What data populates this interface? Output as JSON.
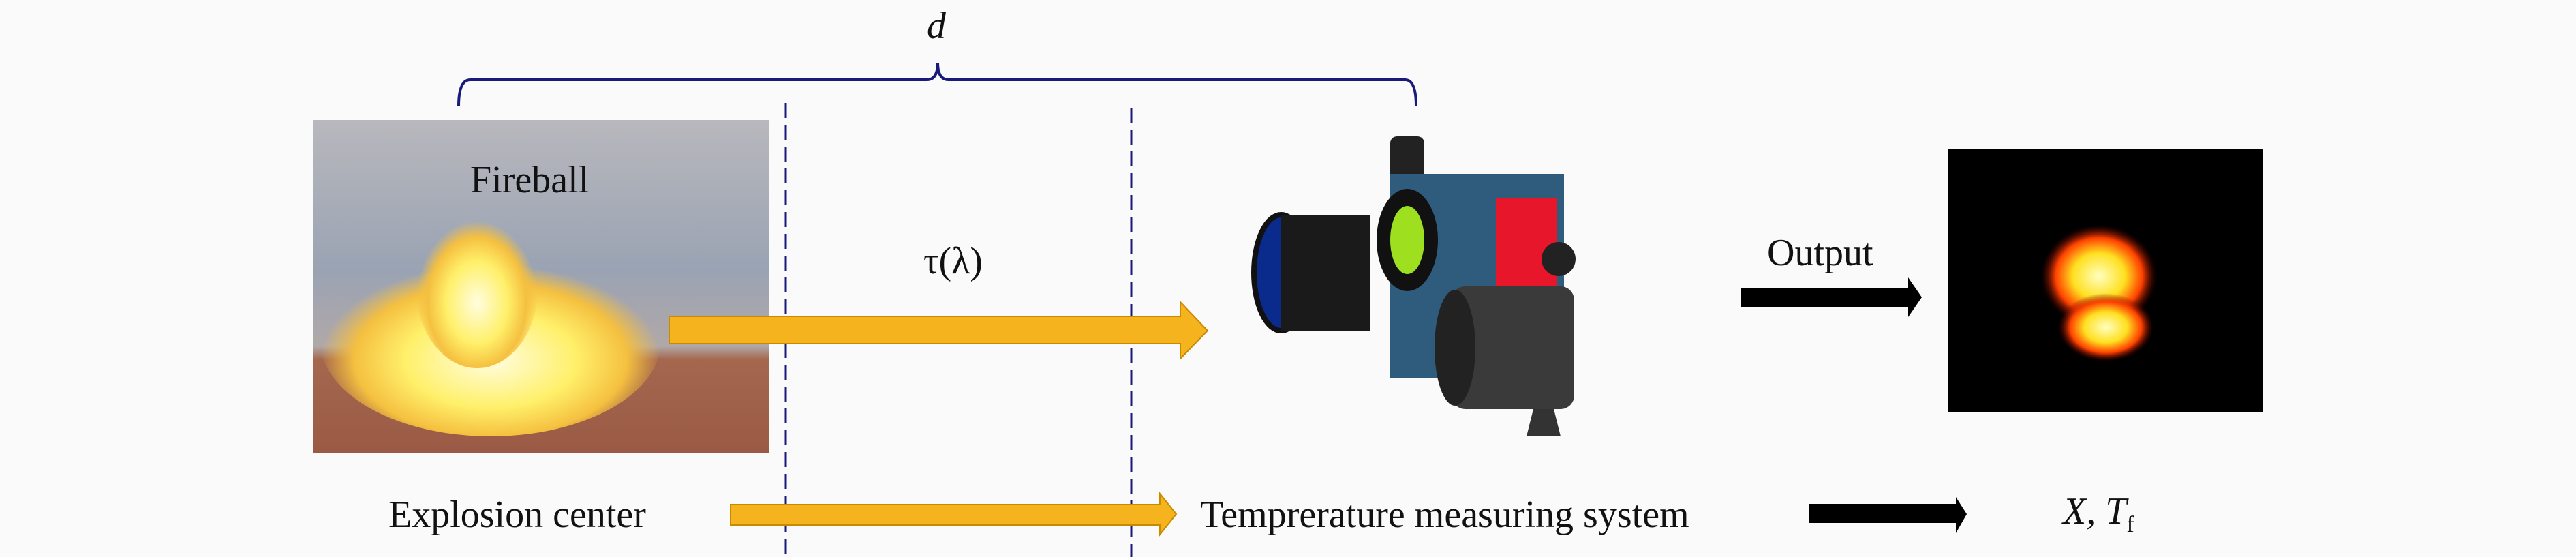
{
  "distance_label": "d",
  "transmittance_label": "τ(λ)",
  "fireball_label": "Fireball",
  "output_label": "Output",
  "bottom_row": {
    "source": "Explosion center",
    "system": "Temprerature measuring system",
    "result_x": "X,",
    "result_t": "T",
    "result_sub": "f"
  },
  "colors": {
    "brace": "#1a1a7a",
    "arrow": "#f5b31e",
    "arrow_border": "#c98a00",
    "dashed": "#1a1a7a"
  }
}
